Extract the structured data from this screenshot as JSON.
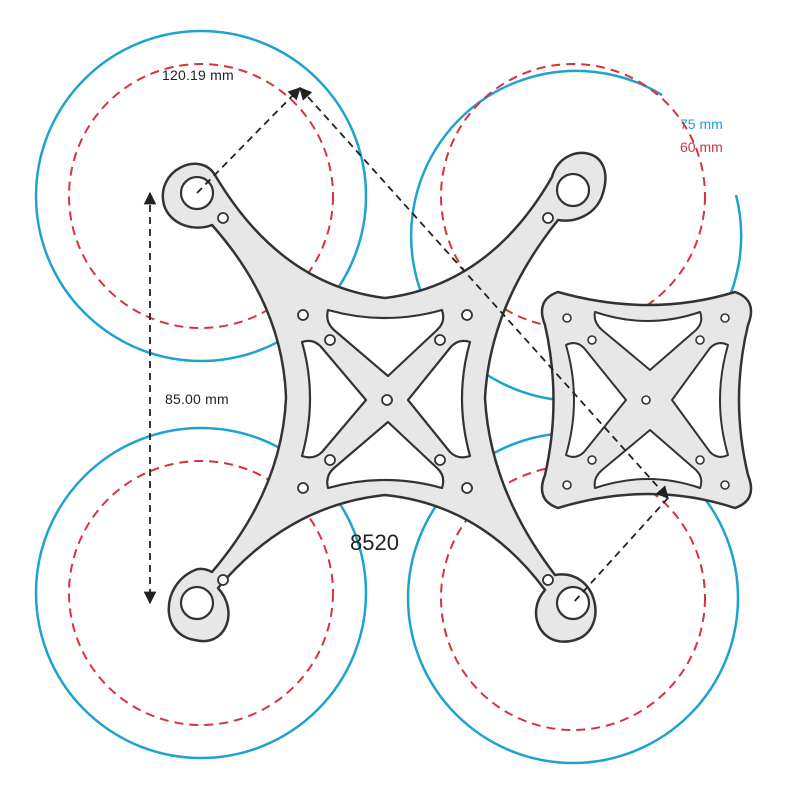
{
  "dimensions": {
    "diagonal": "120.19 mm",
    "vertical": "85.00 mm"
  },
  "legend": {
    "outer_prop": "75 mm",
    "inner_prop": "60 mm"
  },
  "model": "8520",
  "colors": {
    "outer_prop": "#1ea3cf",
    "inner_prop": "#d8323c",
    "frame_fill": "#e7e7e7",
    "frame_stroke": "#333333",
    "dimension_line": "#222222",
    "background": "#ffffff"
  }
}
